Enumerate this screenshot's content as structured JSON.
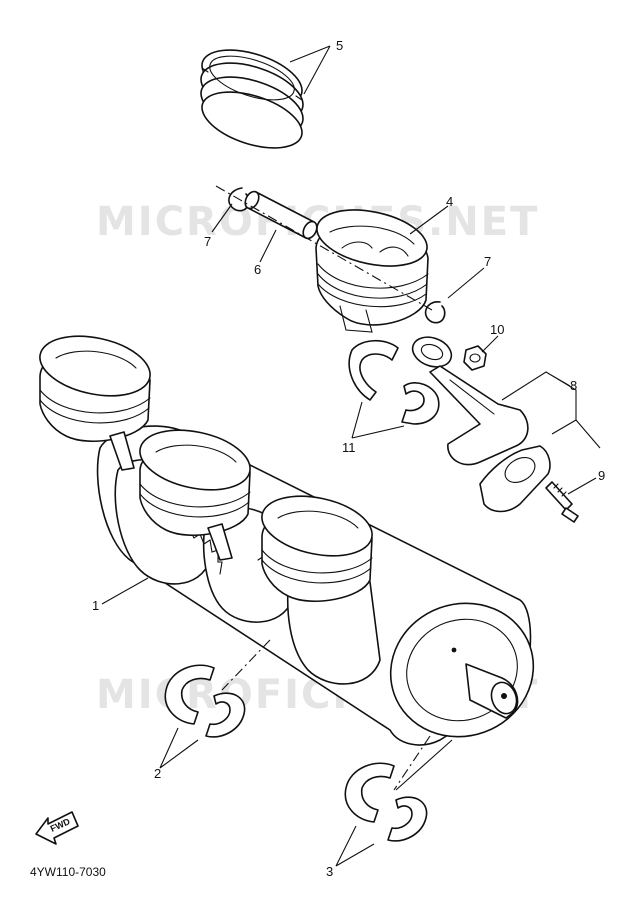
{
  "watermark_text": "MICROFICHES.NET",
  "diagram_code": "4YW110-7030",
  "fwd_label": "FWD",
  "callouts": {
    "c1": "1",
    "c2": "2",
    "c3": "3",
    "c4": "4",
    "c5": "5",
    "c6": "6",
    "c7a": "7",
    "c7b": "7",
    "c8": "8",
    "c9": "9",
    "c10": "10",
    "c11": "11"
  }
}
